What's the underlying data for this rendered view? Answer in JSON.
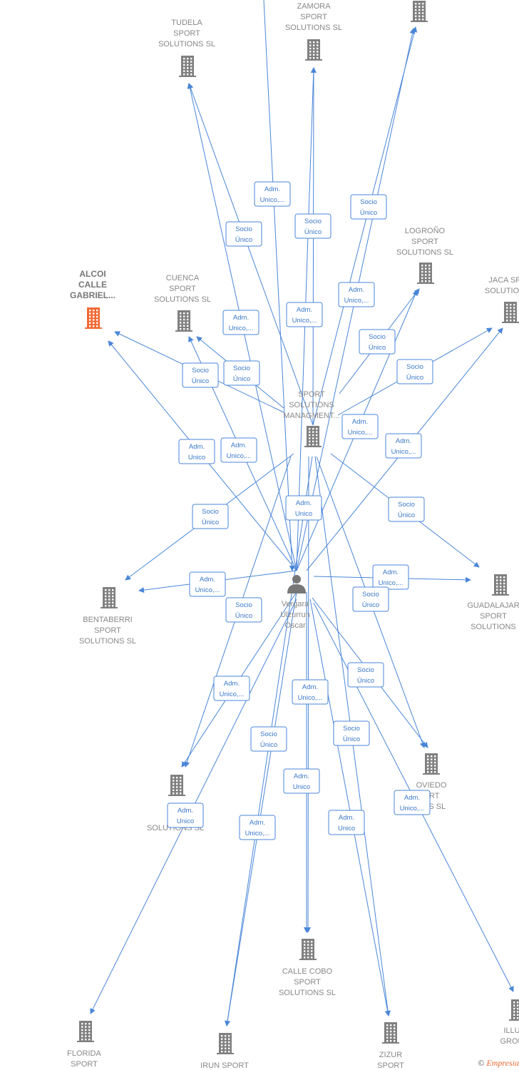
{
  "colors": {
    "edge": "#4a86d8",
    "building": "#808080",
    "focus_building": "#f06a35",
    "label": "#888888"
  },
  "person": {
    "name": [
      "Vergara",
      "Ulzurrun",
      "Oscar"
    ],
    "icon": "person-icon"
  },
  "nodes": [
    {
      "id": "zamora",
      "label": [
        "ZAMORA",
        "SPORT",
        "SOLUTIONS  SL"
      ]
    },
    {
      "id": "top-right",
      "label": []
    },
    {
      "id": "tudela",
      "label": [
        "TUDELA",
        "SPORT",
        "SOLUTIONS  SL"
      ]
    },
    {
      "id": "logrono",
      "label": [
        "LOGROÑO",
        "SPORT",
        "SOLUTIONS  SL"
      ]
    },
    {
      "id": "alcoi",
      "label": [
        "ALCOI",
        "CALLE",
        "GABRIEL..."
      ],
      "focus": true
    },
    {
      "id": "cuenca",
      "label": [
        "CUENCA",
        "SPORT",
        "SOLUTIONS  SL"
      ]
    },
    {
      "id": "jaca",
      "label": [
        "JACA SP",
        "SOLUTION"
      ]
    },
    {
      "id": "ssm",
      "label": [
        "SPORT",
        "SOLUTIONS",
        "MANAGMENT..."
      ]
    },
    {
      "id": "bentaberri",
      "label": [
        "BENTABERRI",
        "SPORT",
        "SOLUTIONS  SL"
      ]
    },
    {
      "id": "guadalajara",
      "label": [
        "GUADALAJAR",
        "SPORT",
        "SOLUTIONS"
      ]
    },
    {
      "id": "navarra",
      "label": [
        "NAV",
        "SP",
        "SOLUTIONS  SL"
      ]
    },
    {
      "id": "oviedo",
      "label": [
        "OVIEDO",
        "ORT",
        "ONS  SL"
      ]
    },
    {
      "id": "callecobo",
      "label": [
        "CALLE COBO",
        "SPORT",
        "SOLUTIONS  SL"
      ]
    },
    {
      "id": "florida",
      "label": [
        "FLORIDA",
        "SPORT"
      ]
    },
    {
      "id": "irun",
      "label": [
        "IRUN SPORT"
      ]
    },
    {
      "id": "zizur",
      "label": [
        "ZIZUR",
        "SPORT"
      ]
    },
    {
      "id": "illu",
      "label": [
        "ILLU",
        "GROU"
      ]
    }
  ],
  "edge_labels": [
    [
      "Adm.",
      "Unico,..."
    ],
    [
      "Socio",
      "Único"
    ],
    [
      "Socio",
      "Único"
    ],
    [
      "Socio",
      "Único"
    ],
    [
      "Adm.",
      "Unico,..."
    ],
    [
      "Adm.",
      "Unico,..."
    ],
    [
      "Adm.",
      "Unico,..."
    ],
    [
      "Socio",
      "Único"
    ],
    [
      "Socio",
      "Único"
    ],
    [
      "Socio",
      "Único"
    ],
    [
      "Socio",
      "Único"
    ],
    [
      "Adm.",
      "Unico"
    ],
    [
      "Adm.",
      "Unico,..."
    ],
    [
      "Adm.",
      "Unico,..."
    ],
    [
      "Adm.",
      "Unico,..."
    ],
    [
      "Socio",
      "Único"
    ],
    [
      "Adm.",
      "Unico"
    ],
    [
      "Socio",
      "Único"
    ],
    [
      "Adm.",
      "Unico,..."
    ],
    [
      "Adm.",
      "Unico,..."
    ],
    [
      "Socio",
      "Único"
    ],
    [
      "Socio",
      "Único"
    ],
    [
      "Adm.",
      "Unico,..."
    ],
    [
      "Socio",
      "Único"
    ],
    [
      "Adm.",
      "Unico,..."
    ],
    [
      "Socio",
      "Único"
    ],
    [
      "Socio",
      "Único"
    ],
    [
      "Adm.",
      "Unico"
    ],
    [
      "Adm.",
      "Unico"
    ],
    [
      "Adm.",
      "Unico,..."
    ],
    [
      "Adm.",
      "Unico"
    ],
    [
      "Adm.",
      "Unico,..."
    ]
  ],
  "footer": {
    "copyright": "©",
    "brand": "Empresia"
  }
}
